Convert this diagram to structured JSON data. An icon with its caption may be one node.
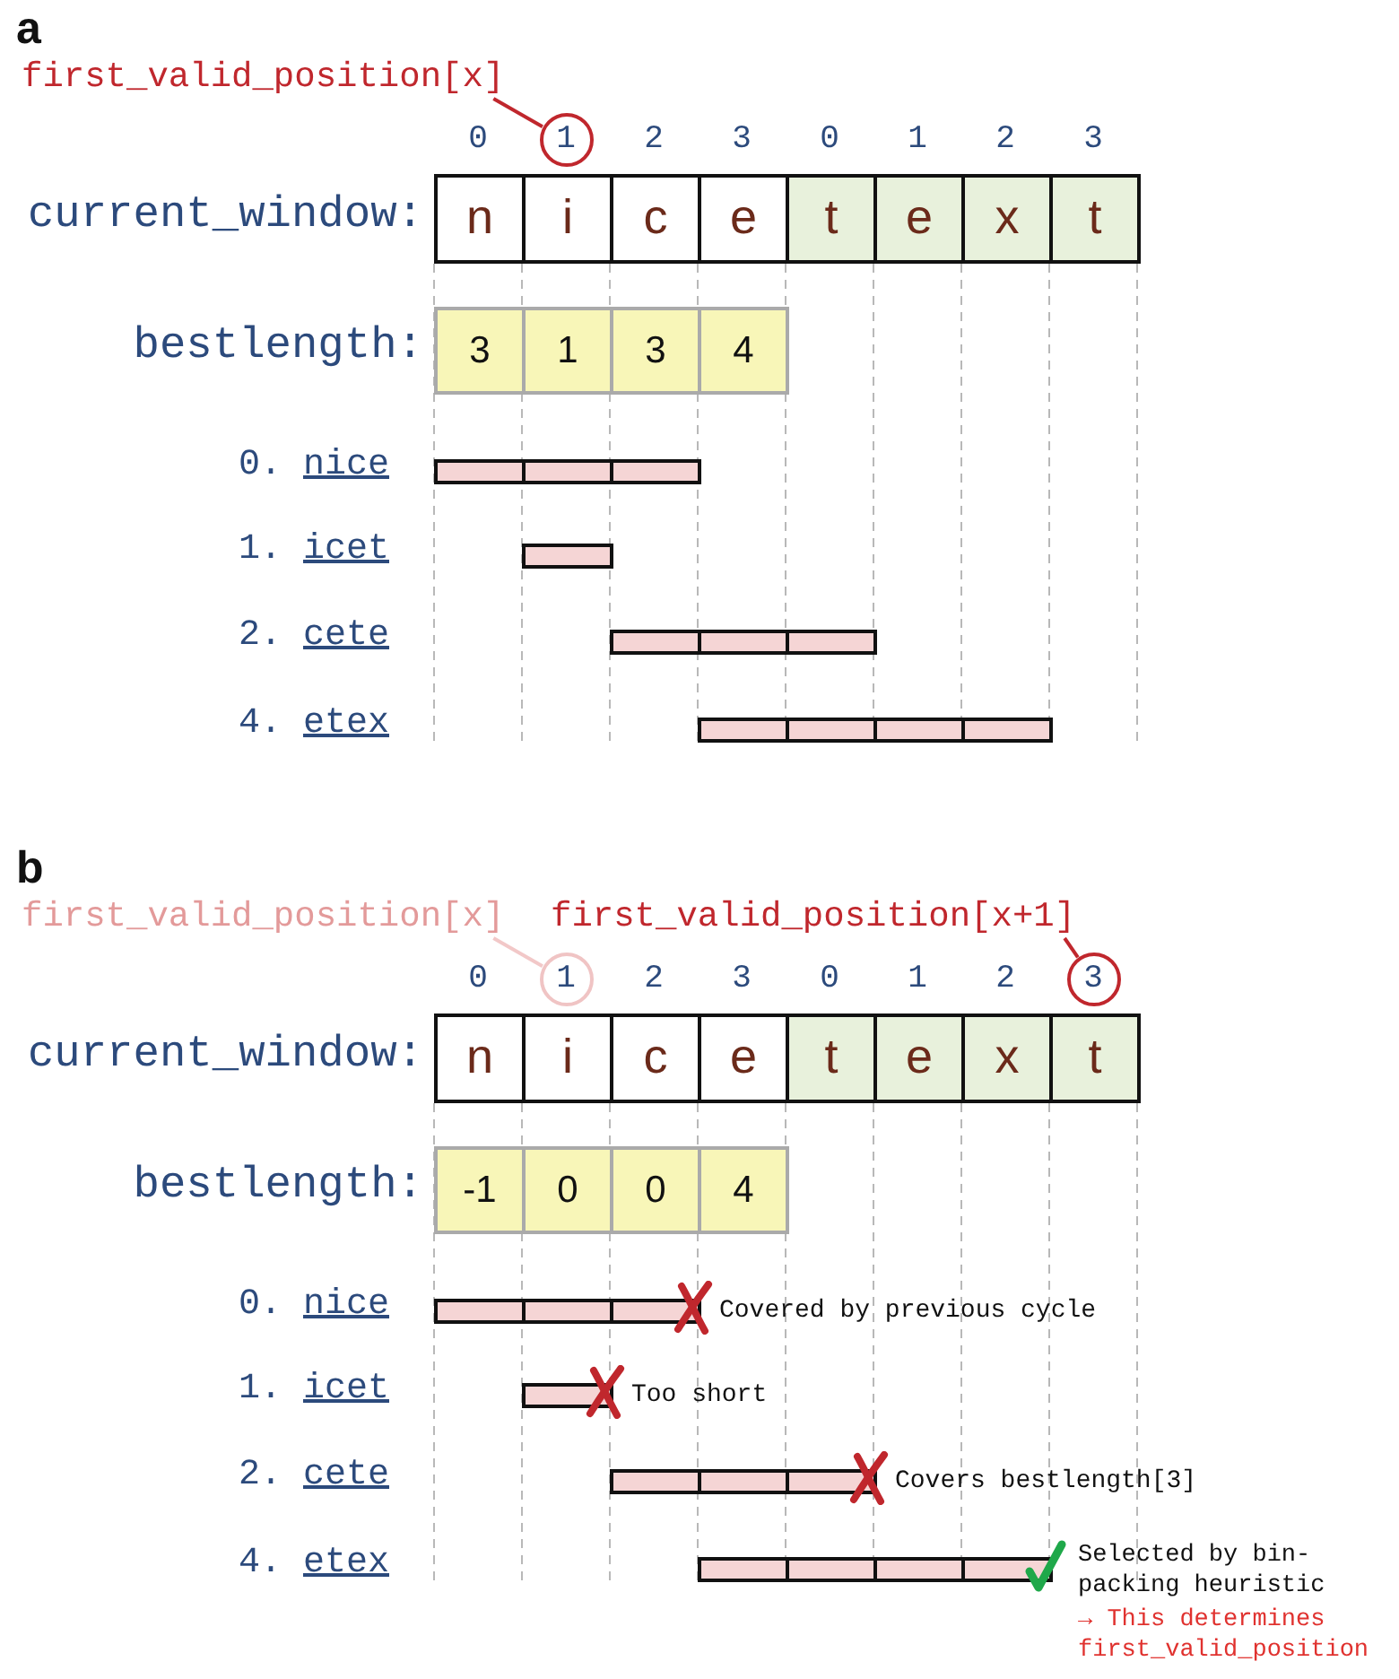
{
  "diagram": {
    "nodes": [
      {
        "text": [
          "first_valid_position[x]"
        ]
      },
      {
        "text": [
          "1"
        ]
      },
      {
        "text": [
          "n"
        ]
      },
      {
        "text": [
          "i"
        ]
      },
      {
        "text": [
          "c"
        ]
      },
      {
        "text": [
          "e"
        ]
      },
      {
        "text": [
          "t"
        ]
      },
      {
        "text": [
          "e"
        ]
      },
      {
        "text": [
          "x"
        ]
      },
      {
        "text": [
          "t"
        ]
      },
      {
        "text": [
          "3"
        ]
      },
      {
        "text": [
          "1"
        ]
      },
      {
        "text": [
          "3"
        ]
      },
      {
        "text": [
          "4"
        ]
      },
      {
        "text": [],
        "shape": "bar"
      },
      {
        "text": [],
        "shape": "bar"
      },
      {
        "text": [],
        "shape": "bar"
      },
      {
        "text": [],
        "shape": "bar"
      },
      {
        "text": [
          "first_valid_position[x]"
        ]
      },
      {
        "text": [
          "first_valid_position[x+1]"
        ]
      },
      {
        "text": [
          "1"
        ]
      },
      {
        "text": [
          "3"
        ]
      },
      {
        "text": [
          "n"
        ]
      },
      {
        "text": [
          "i"
        ]
      },
      {
        "text": [
          "c"
        ]
      },
      {
        "text": [
          "e"
        ]
      },
      {
        "text": [
          "t"
        ]
      },
      {
        "text": [
          "e"
        ]
      },
      {
        "text": [
          "x"
        ]
      },
      {
        "text": [
          "t"
        ]
      },
      {
        "text": [
          "-1"
        ]
      },
      {
        "text": [
          "0"
        ]
      },
      {
        "text": [
          "0"
        ]
      },
      {
        "text": [
          "4"
        ]
      },
      {
        "text": [],
        "shape": "bar",
        "beside": [
          "Covered by previous cycle"
        ]
      },
      {
        "text": [],
        "shape": "bar",
        "beside": [
          "Too short"
        ]
      },
      {
        "text": [],
        "shape": "bar",
        "beside": [
          "Covers bestlength[3]"
        ]
      },
      {
        "text": [],
        "shape": "bar",
        "beside": [
          "Selected by bin-packing heuristic",
          "→ This determines first_valid_position"
        ]
      }
    ],
    "edges": [
      {
        "from": 0,
        "to": 1,
        "arrow": "none"
      },
      {
        "from": 18,
        "to": 20,
        "arrow": "none",
        "color": "#f2c8c8"
      },
      {
        "from": 19,
        "to": 21,
        "arrow": "none"
      }
    ],
    "labels": [
      "a",
      "0",
      "2",
      "3",
      "0",
      "1",
      "2",
      "3",
      "current_window:",
      "bestlength:",
      "0. nice",
      "1. icet",
      "2. cete",
      "4. etex",
      "b",
      "0",
      "2",
      "3",
      "0",
      "1",
      "2",
      "current_window:",
      "bestlength:",
      "0. nice",
      "1. icet",
      "2. cete",
      "4. etex"
    ]
  }
}
